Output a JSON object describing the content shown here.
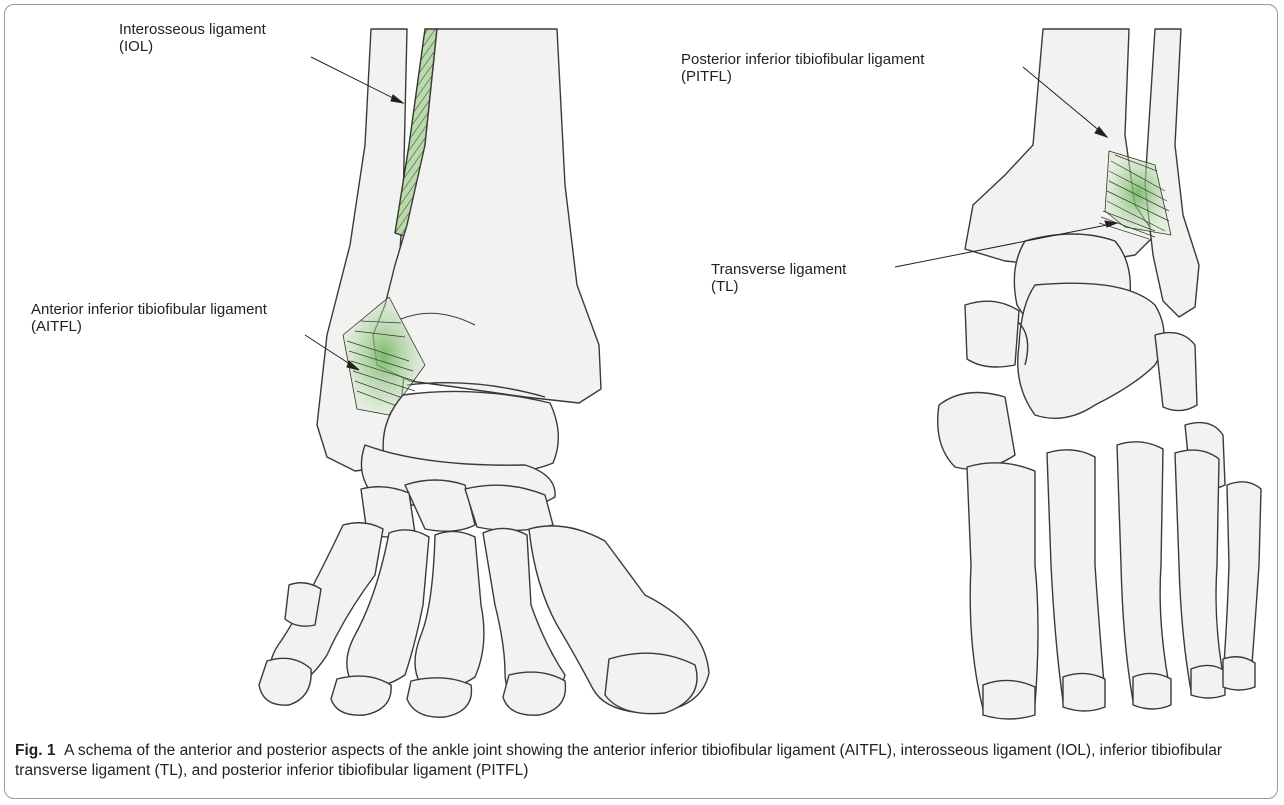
{
  "labels": {
    "iol_name": "Interosseous ligament",
    "iol_abbr": "(IOL)",
    "aitfl_name": "Anterior inferior tibiofibular ligament",
    "aitfl_abbr": "(AITFL)",
    "pitfl_name": "Posterior inferior tibiofibular ligament",
    "pitfl_abbr": "(PITFL)",
    "tl_name": "Transverse ligament",
    "tl_abbr": "(TL)"
  },
  "caption": {
    "figure_label": "Fig. 1",
    "text": "A schema of the anterior and posterior aspects of the ankle joint showing the anterior inferior tibiofibular ligament (AITFL), interosseous ligament (IOL), inferior tibiofibular transverse ligament (TL), and posterior inferior tibiofibular ligament (PITFL)"
  },
  "colors": {
    "bone_fill": "#f2f2f0",
    "bone_stroke": "#3a3a3a",
    "ligament_fill": "#78b56b",
    "ligament_stroke": "#2e3a2a",
    "frame_border": "#9a9a9a"
  }
}
